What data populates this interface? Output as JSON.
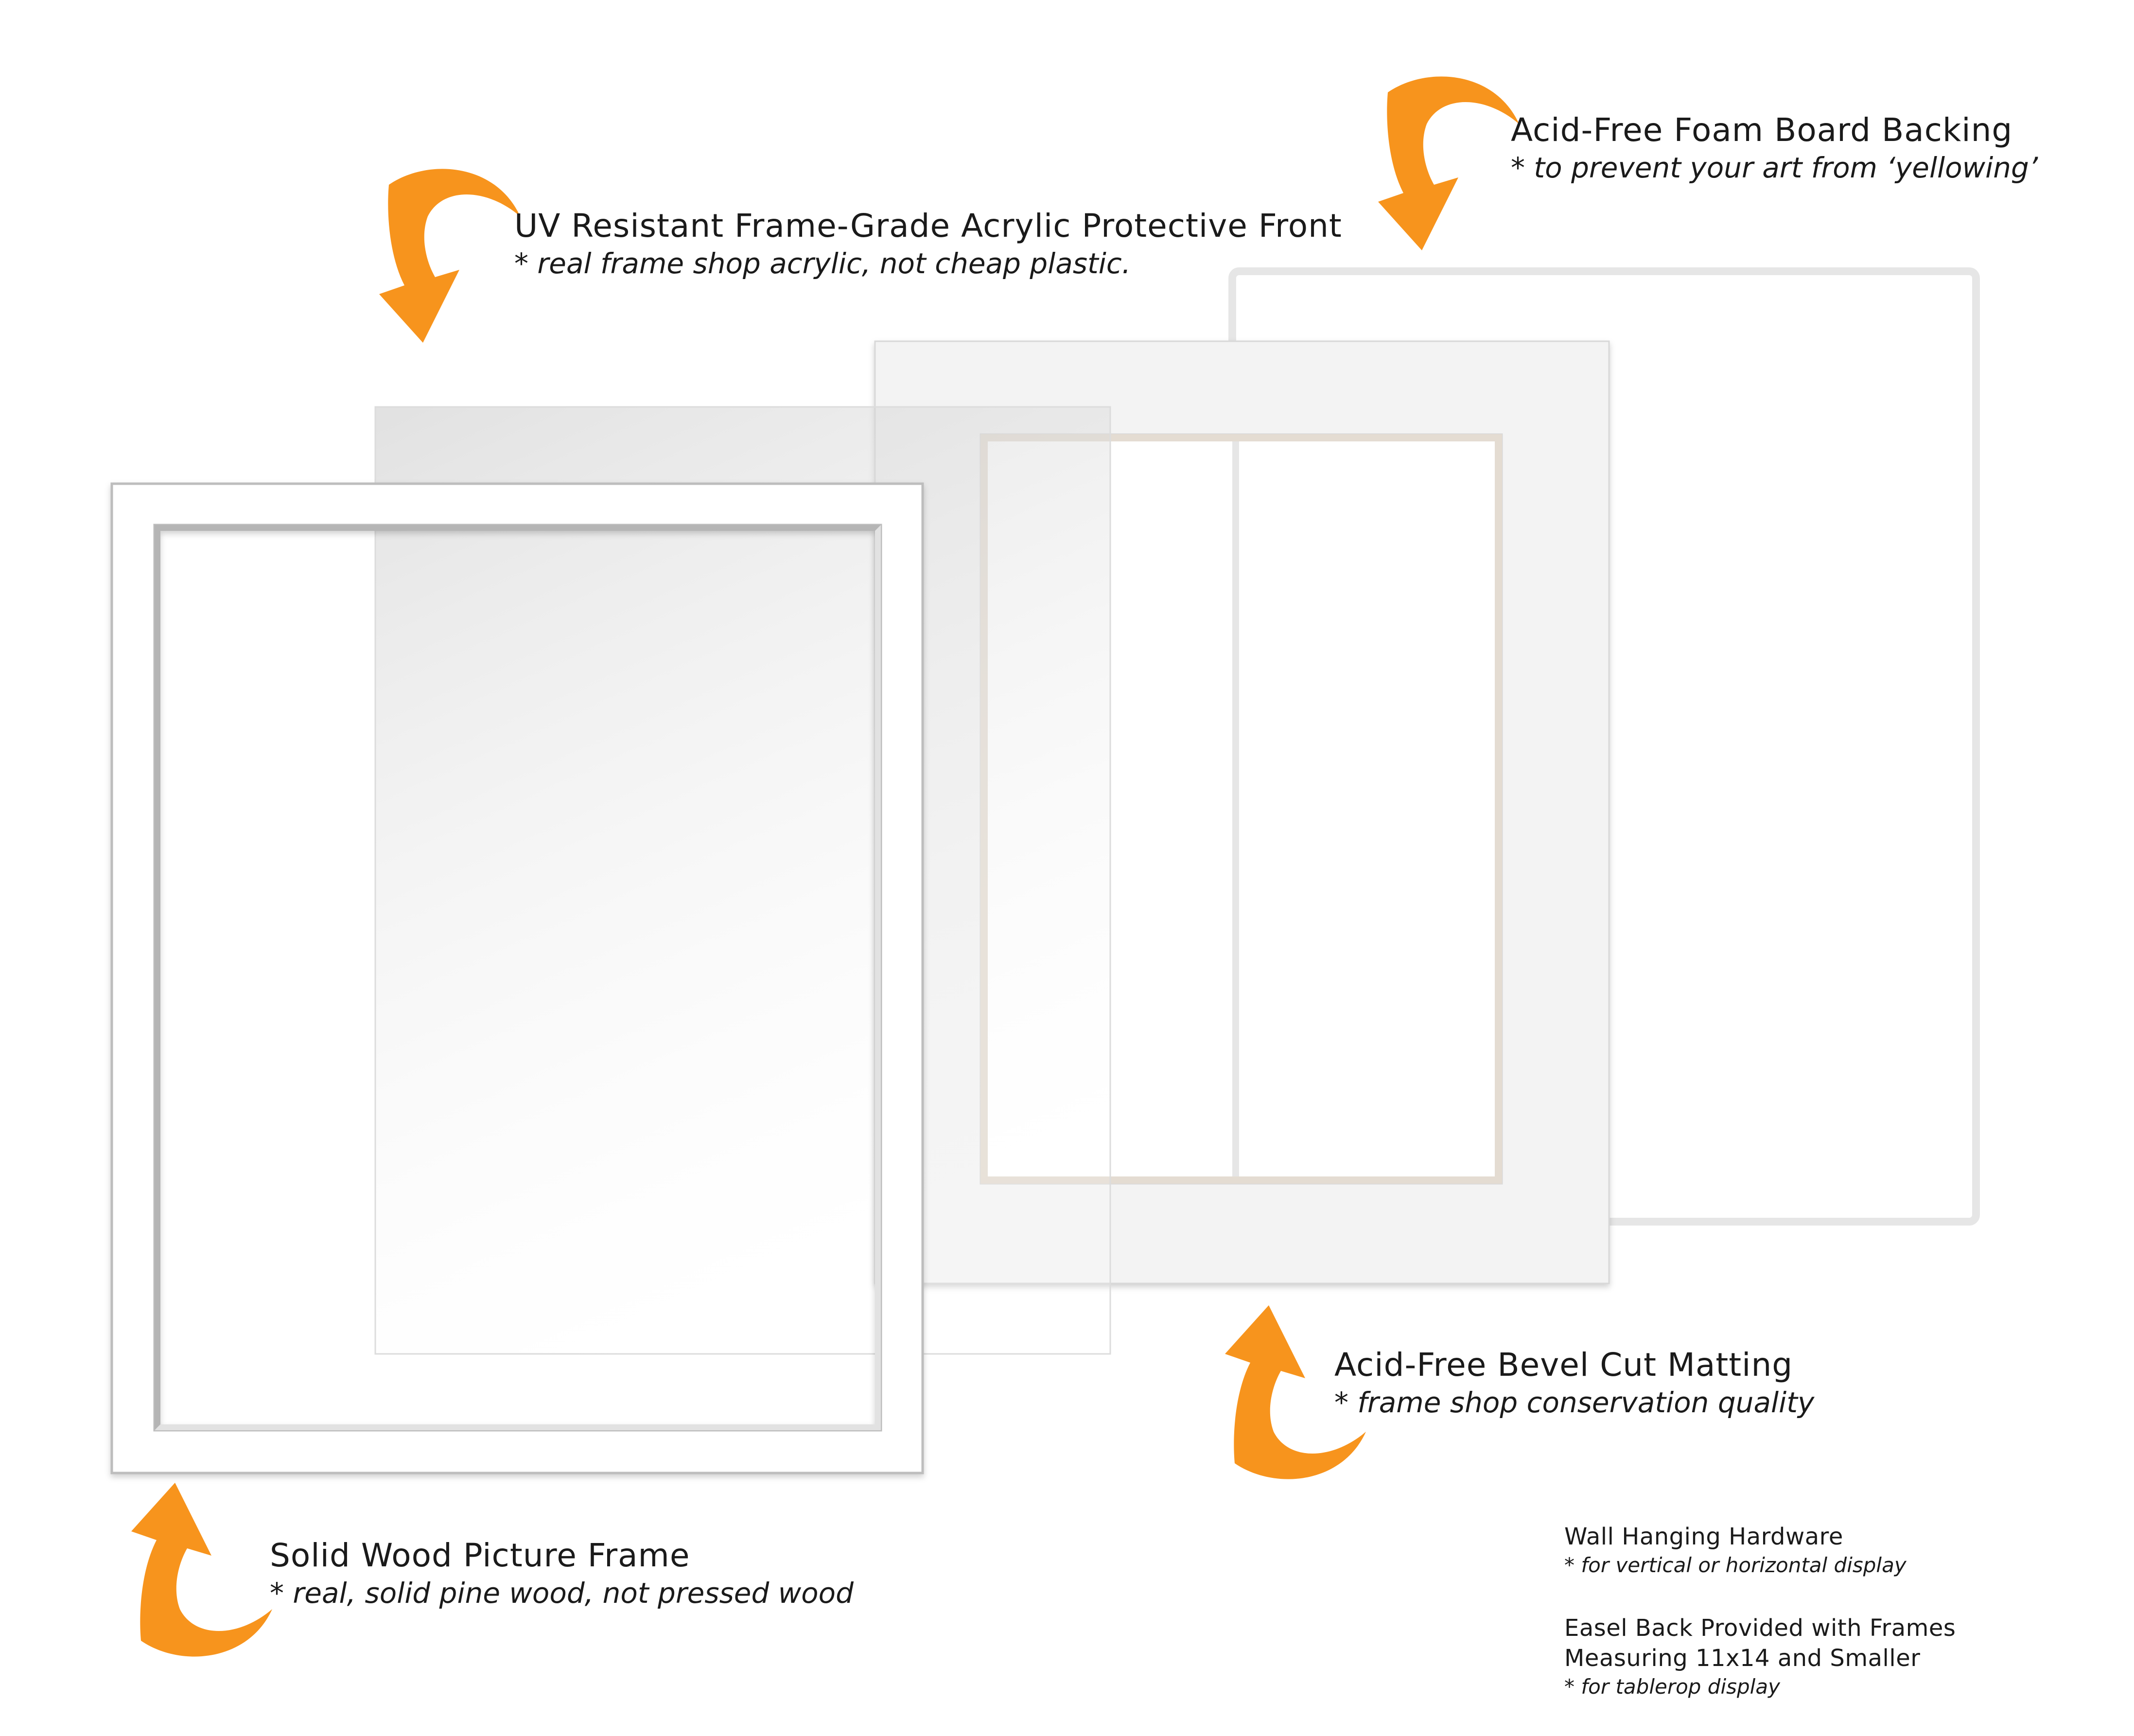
{
  "accent_color": "#f7941d",
  "labels": {
    "foam": {
      "title": "Acid-Free Foam Board Backing",
      "note": "* to prevent your art from ‘yellowing’"
    },
    "acrylic": {
      "title": "UV Resistant Frame-Grade Acrylic Protective Front",
      "note": "* real frame shop acrylic, not cheap plastic."
    },
    "matting": {
      "title": "Acid-Free Bevel Cut Matting",
      "note": "* frame shop conservation quality"
    },
    "frame": {
      "title": "Solid Wood Picture Frame",
      "note": "* real, solid pine wood, not pressed wood"
    },
    "hardware": {
      "title": "Wall Hanging Hardware",
      "note": "* for vertical or horizontal display"
    },
    "easel": {
      "line1": "Easel Back Provided with Frames",
      "line2": "Measuring 11x14 and Smaller",
      "note": "* for tablerop display"
    }
  },
  "icons": {
    "arrow_foam": "curved-arrow-icon",
    "arrow_acrylic": "curved-arrow-icon",
    "arrow_matting": "curved-arrow-icon",
    "arrow_frame": "curved-arrow-icon"
  }
}
